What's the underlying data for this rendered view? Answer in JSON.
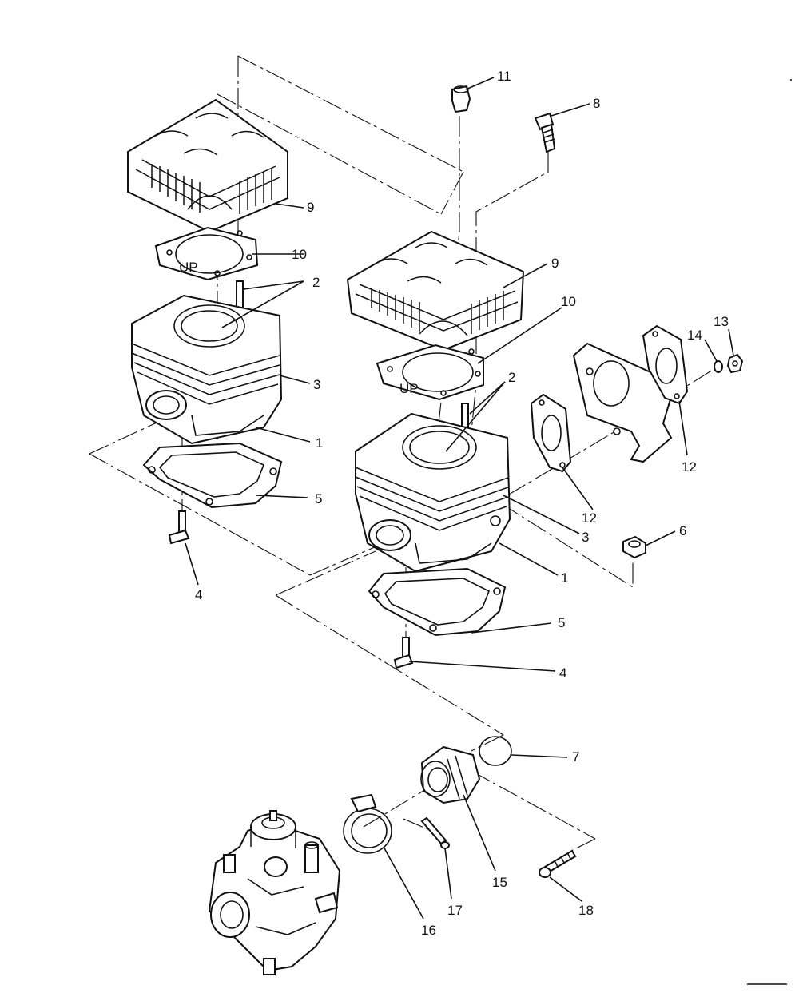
{
  "callouts": {
    "c1a": "1",
    "c1b": "1",
    "c2a": "2",
    "c2b": "2",
    "c3a": "3",
    "c3b": "3",
    "c4a": "4",
    "c4b": "4",
    "c5a": "5",
    "c5b": "5",
    "c6": "6",
    "c7": "7",
    "c8": "8",
    "c9a": "9",
    "c9b": "9",
    "c10a": "10",
    "c10b": "10",
    "c11": "11",
    "c12a": "12",
    "c12b": "12",
    "c13": "13",
    "c14": "14",
    "c15": "15",
    "c16": "16",
    "c17": "17",
    "c18": "18"
  },
  "gasket_marks": {
    "left": "UP",
    "right": "UP"
  }
}
